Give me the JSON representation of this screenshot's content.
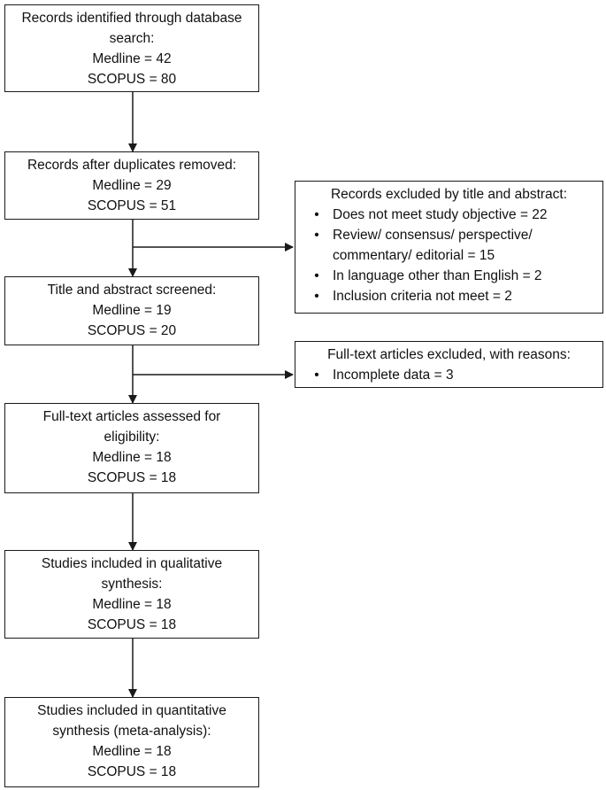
{
  "flow": {
    "identified": {
      "lines": [
        "Records identified through database",
        "search:",
        "Medline = 42",
        "SCOPUS = 80"
      ]
    },
    "duplicates_removed": {
      "lines": [
        "Records after duplicates removed:",
        "Medline = 29",
        "SCOPUS = 51"
      ]
    },
    "screened": {
      "lines": [
        "Title and abstract screened:",
        "Medline = 19",
        "SCOPUS = 20"
      ]
    },
    "eligibility": {
      "lines": [
        "Full-text articles assessed for",
        "eligibility:",
        "Medline = 18",
        "SCOPUS = 18"
      ]
    },
    "qualitative": {
      "lines": [
        "Studies included in qualitative",
        "synthesis:",
        "Medline = 18",
        "SCOPUS = 18"
      ]
    },
    "quantitative": {
      "lines": [
        "Studies included in quantitative",
        "synthesis (meta-analysis):",
        "Medline = 18",
        "SCOPUS = 18"
      ]
    }
  },
  "exclusions": {
    "title_abstract": {
      "title": "Records excluded by title and abstract:",
      "items": [
        [
          "Does not meet study objective = 22"
        ],
        [
          "Review/ consensus/ perspective/",
          "commentary/ editorial = 15"
        ],
        [
          "In language other than English = 2"
        ],
        [
          "Inclusion criteria not meet = 2"
        ]
      ]
    },
    "full_text": {
      "title": "Full-text articles excluded, with reasons:",
      "items": [
        [
          "Incomplete data = 3"
        ]
      ]
    }
  },
  "bullet_glyph": "•",
  "colors": {
    "stroke": "#1a1a1a",
    "background": "#ffffff"
  }
}
